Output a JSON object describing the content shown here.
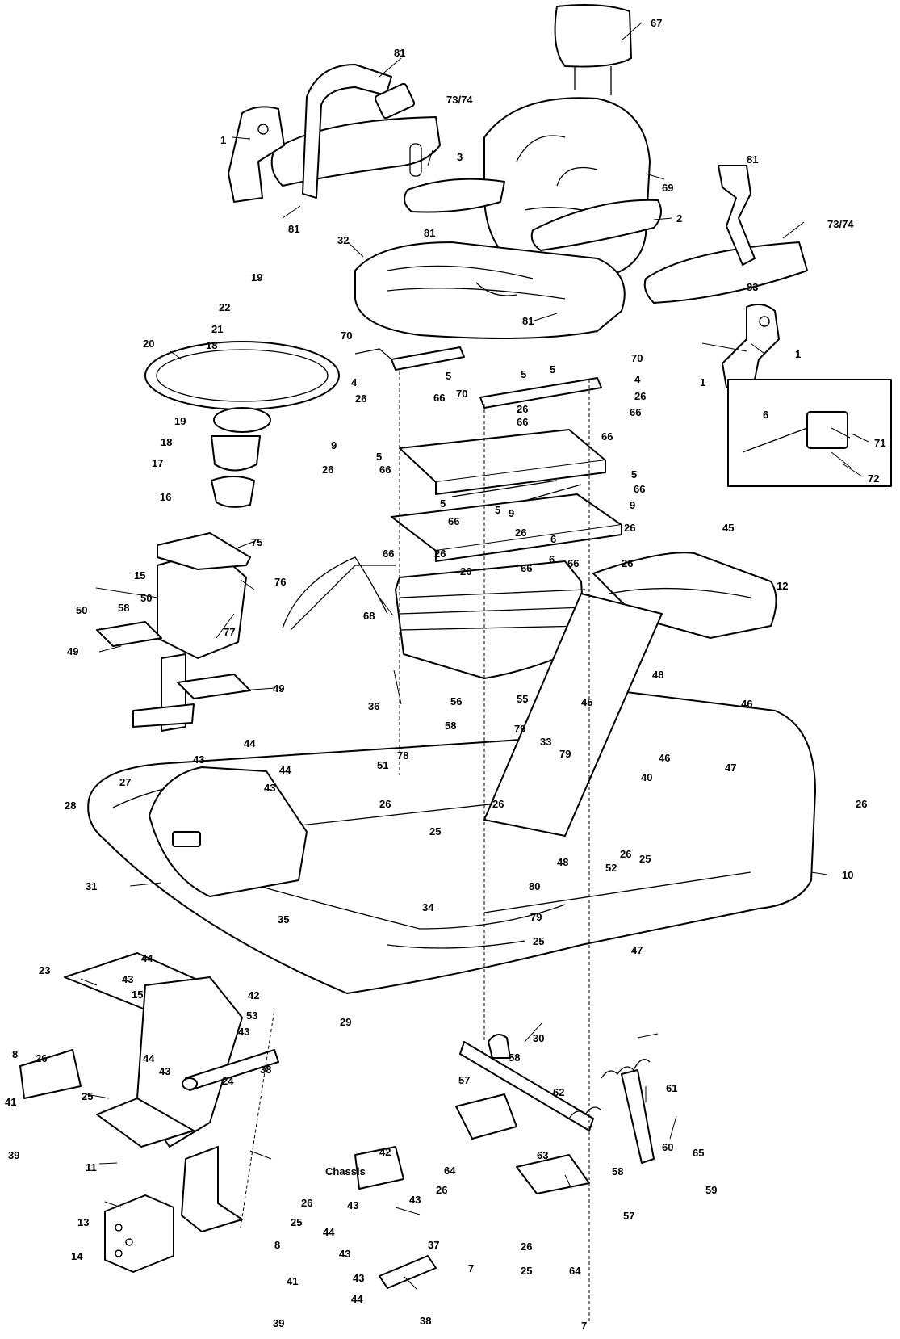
{
  "diagram": {
    "labels": {
      "l1a": "1",
      "l1b": "1",
      "l1c": "1",
      "l2": "2",
      "l3": "3",
      "l4a": "4",
      "l4b": "4",
      "l5a": "5",
      "l5b": "5",
      "l5c": "5",
      "l5d": "5",
      "l5e": "5",
      "l5f": "5",
      "l5g": "5",
      "l6a": "6",
      "l6b": "6",
      "l6c": "6",
      "l7a": "7",
      "l7b": "7",
      "l8a": "8",
      "l8b": "8",
      "l9a": "9",
      "l9b": "9",
      "l9c": "9",
      "l10": "10",
      "l11": "11",
      "l12": "12",
      "l13": "13",
      "l14": "14",
      "l15a": "15",
      "l15b": "15",
      "l16": "16",
      "l17": "17",
      "l18a": "18",
      "l18b": "18",
      "l19a": "19",
      "l19b": "19",
      "l20": "20",
      "l21": "21",
      "l22": "22",
      "l23": "23",
      "l24": "24",
      "l25a": "25",
      "l25b": "25",
      "l25c": "25",
      "l25d": "25",
      "l25e": "25",
      "l25f": "25",
      "l26a": "26",
      "l26b": "26",
      "l26c": "26",
      "l26d": "26",
      "l26e": "26",
      "l26f": "26",
      "l26g": "26",
      "l26h": "26",
      "l26i": "26",
      "l26j": "26",
      "l26k": "26",
      "l26l": "26",
      "l26m": "26",
      "l26n": "26",
      "l26o": "26",
      "l26p": "26",
      "l26q": "26",
      "l27": "27",
      "l28": "28",
      "l29": "29",
      "l30": "30",
      "l31": "31",
      "l32": "32",
      "l33": "33",
      "l34": "34",
      "l35": "35",
      "l36": "36",
      "l37": "37",
      "l38a": "38",
      "l38b": "38",
      "l39a": "39",
      "l39b": "39",
      "l40": "40",
      "l41a": "41",
      "l41b": "41",
      "l42a": "42",
      "l42b": "42",
      "l43a": "43",
      "l43b": "43",
      "l43c": "43",
      "l43d": "43",
      "l43e": "43",
      "l43f": "43",
      "l43g": "43",
      "l43h": "43",
      "l43i": "43",
      "l44a": "44",
      "l44b": "44",
      "l44c": "44",
      "l44d": "44",
      "l44e": "44",
      "l44f": "44",
      "l45a": "45",
      "l45b": "45",
      "l46a": "46",
      "l46b": "46",
      "l47a": "47",
      "l47b": "47",
      "l48a": "48",
      "l48b": "48",
      "l49a": "49",
      "l49b": "49",
      "l50a": "50",
      "l50b": "50",
      "l51": "51",
      "l52": "52",
      "l53": "53",
      "l55": "55",
      "l56": "56",
      "l57a": "57",
      "l57b": "57",
      "l58a": "58",
      "l58b": "58",
      "l58c": "58",
      "l58d": "58",
      "l59": "59",
      "l60": "60",
      "l61": "61",
      "l62": "62",
      "l63": "63",
      "l64a": "64",
      "l64b": "64",
      "l65": "65",
      "l66a": "66",
      "l66b": "66",
      "l66c": "66",
      "l66d": "66",
      "l66e": "66",
      "l66f": "66",
      "l66g": "66",
      "l66h": "66",
      "l66i": "66",
      "l66j": "66",
      "l67": "67",
      "l68": "68",
      "l69": "69",
      "l70a": "70",
      "l70b": "70",
      "l70c": "70",
      "l71": "71",
      "l72": "72",
      "l7374a": "73/74",
      "l7374b": "73/74",
      "l75": "75",
      "l76": "76",
      "l77": "77",
      "l78": "78",
      "l79a": "79",
      "l79b": "79",
      "l79c": "79",
      "l80": "80",
      "l81a": "81",
      "l81b": "81",
      "l81c": "81",
      "l81d": "81",
      "l81e": "81",
      "l83": "83",
      "chassis": "Chassis"
    }
  }
}
